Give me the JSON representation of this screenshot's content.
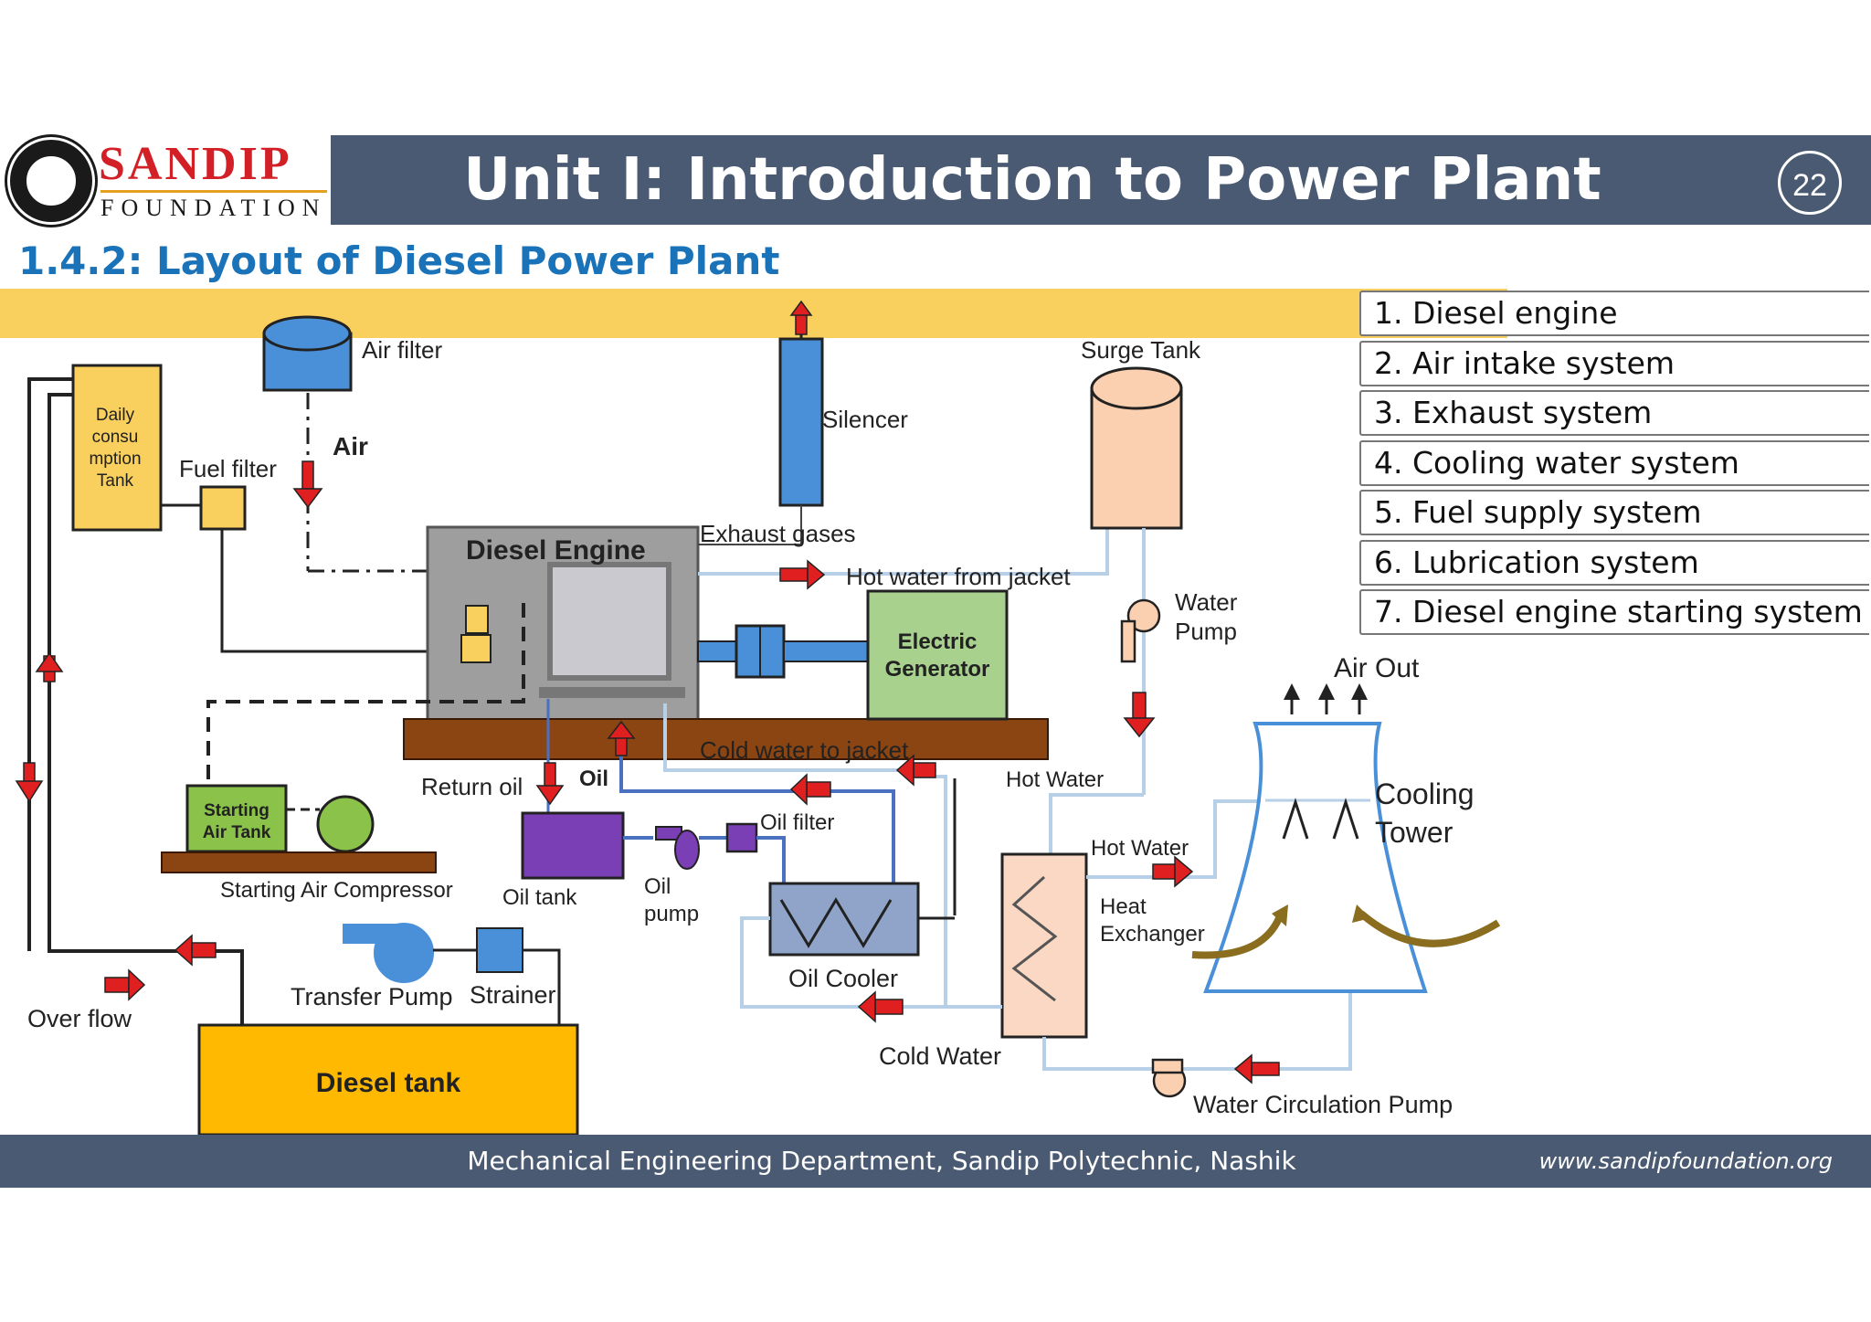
{
  "header": {
    "logo_name": "SANDIP",
    "logo_sub": "FOUNDATION",
    "title": "Unit I: Introduction  to Power Plant",
    "page_number": "22"
  },
  "section_title": "1.4.2: Layout of Diesel Power Plant",
  "legend": [
    "1. Diesel engine",
    "2. Air intake system",
    "3. Exhaust system",
    "4. Cooling water system",
    "5. Fuel supply system",
    "6. Lubrication system",
    "7. Diesel engine starting system"
  ],
  "diagram": {
    "air_filter": "Air filter",
    "air": "Air",
    "fuel_filter": "Fuel filter",
    "daily_tank": [
      "Daily",
      "consu",
      "mption",
      "Tank"
    ],
    "diesel_engine": "Diesel Engine",
    "silencer": "Silencer",
    "exhaust_gases": "Exhaust gases",
    "hot_water_jacket": "Hot water from jacket",
    "surge_tank": "Surge Tank",
    "water_pump": [
      "Water",
      "Pump"
    ],
    "electric_generator": [
      "Electric",
      "Generator"
    ],
    "cold_water_jacket": "Cold water to jacket",
    "return_oil": "Return oil",
    "oil": "Oil",
    "starting_air_tank": [
      "Starting",
      "Air Tank"
    ],
    "starting_air_compressor": "Starting Air Compressor",
    "oil_tank": "Oil tank",
    "oil_pump": [
      "Oil",
      "pump"
    ],
    "oil_filter": "Oil filter",
    "oil_cooler": "Oil Cooler",
    "hot_water_1": "Hot Water",
    "hot_water_2": "Hot Water",
    "heat_exchanger": [
      "Heat",
      "Exchanger"
    ],
    "air_out": "Air Out",
    "cooling_tower": [
      "Cooling",
      "Tower"
    ],
    "transfer_pump": "Transfer Pump",
    "strainer": "Strainer",
    "over_flow": "Over flow",
    "diesel_tank": "Diesel tank",
    "cold_water": "Cold Water",
    "water_circulation_pump": "Water Circulation Pump"
  },
  "footer": {
    "text": "Mechanical Engineering Department, Sandip Polytechnic, Nashik",
    "url": "www.sandipfoundation.org"
  },
  "colors": {
    "header_bg": "#4a5a72",
    "section_title": "#1a72b8",
    "band": "#f9cf5e",
    "brand_red": "#d32027"
  }
}
